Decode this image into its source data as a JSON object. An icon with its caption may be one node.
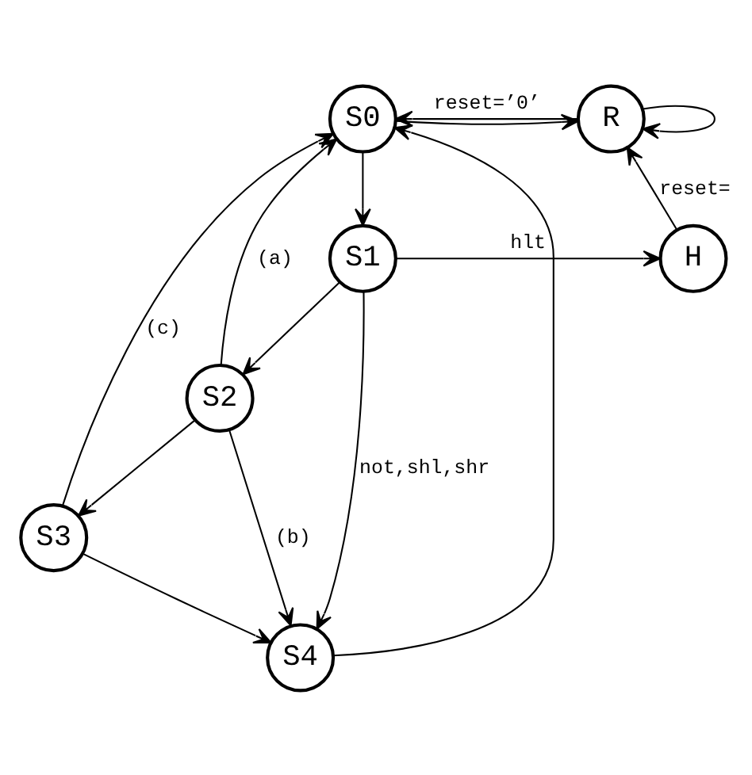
{
  "diagram": {
    "nodes": [
      {
        "text": [
          "S0"
        ]
      },
      {
        "text": [
          "R"
        ]
      },
      {
        "text": [
          "S1"
        ]
      },
      {
        "text": [
          "H"
        ]
      },
      {
        "text": [
          "S2"
        ]
      },
      {
        "text": [
          "S3"
        ]
      },
      {
        "text": [
          "S4"
        ]
      }
    ],
    "edges": [
      {
        "from": 0,
        "to": 1,
        "arrow": "to"
      },
      {
        "from": 1,
        "to": 0,
        "arrow": "to",
        "label": "reset=’0’"
      },
      {
        "from": 1,
        "to": 1,
        "arrow": "to"
      },
      {
        "from": 0,
        "to": 2,
        "arrow": "to"
      },
      {
        "from": 2,
        "to": 3,
        "arrow": "to",
        "label": "hlt"
      },
      {
        "from": 3,
        "to": 1,
        "arrow": "to",
        "label": "reset="
      },
      {
        "from": 2,
        "to": 4,
        "arrow": "to"
      },
      {
        "from": 2,
        "to": 6,
        "arrow": "to",
        "label": "not,shl,shr"
      },
      {
        "from": 4,
        "to": 0,
        "arrow": "to",
        "label": "(a)"
      },
      {
        "from": 4,
        "to": 5,
        "arrow": "to"
      },
      {
        "from": 4,
        "to": 6,
        "arrow": "to",
        "label": "(b)"
      },
      {
        "from": 5,
        "to": 0,
        "arrow": "to",
        "label": "(c)"
      },
      {
        "from": 5,
        "to": 6,
        "arrow": "to"
      },
      {
        "from": 6,
        "to": 0,
        "arrow": "to"
      }
    ]
  }
}
